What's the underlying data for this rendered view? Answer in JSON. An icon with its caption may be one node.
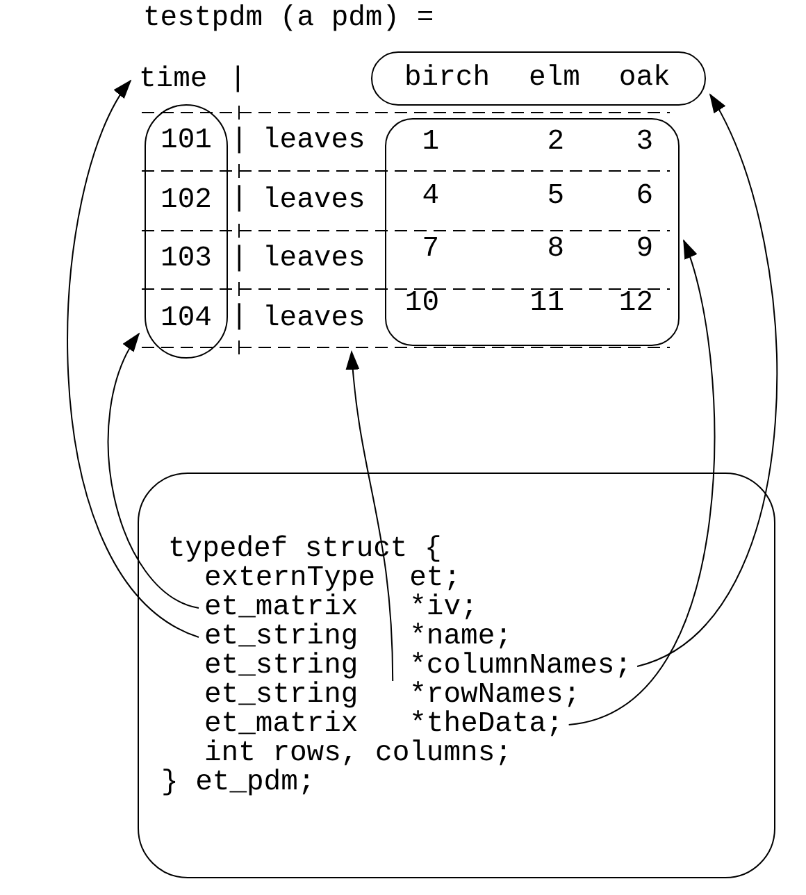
{
  "diagram": {
    "title": "testpdm (a pdm) =",
    "nodes": [
      {
        "text": [
          "time"
        ]
      },
      {
        "text": [
          "birch",
          "elm",
          "oak"
        ]
      },
      {
        "text": [
          "101",
          "102",
          "103",
          "104"
        ]
      },
      {
        "text": [
          "leaves",
          "leaves",
          "leaves",
          "leaves"
        ]
      },
      {
        "text": [
          "1",
          "2",
          "3",
          "4",
          "5",
          "6",
          "7",
          "8",
          "9",
          "10",
          "11",
          "12"
        ]
      },
      {
        "text": [],
        "shape": "box"
      },
      {
        "text": [
          "typedef struct {"
        ],
        "in": 5
      },
      {
        "text": [
          "externType",
          "et;"
        ],
        "in": 5
      },
      {
        "text": [
          "et_matrix",
          "*iv;"
        ],
        "in": 5
      },
      {
        "text": [
          "et_string",
          "*name;"
        ],
        "in": 5
      },
      {
        "text": [
          "et_string",
          "*columnNames;"
        ],
        "in": 5
      },
      {
        "text": [
          "et_string",
          "*rowNames;"
        ],
        "in": 5
      },
      {
        "text": [
          "et_matrix",
          "*theData;"
        ],
        "in": 5
      },
      {
        "text": [
          "int rows, columns;"
        ],
        "in": 5
      },
      {
        "text": [
          "} et_pdm;"
        ],
        "in": 5
      }
    ],
    "edges": [
      {
        "from": 8,
        "to": 2,
        "arrow": "to"
      },
      {
        "from": 9,
        "to": 0,
        "arrow": "to"
      },
      {
        "from": 10,
        "to": 1,
        "arrow": "to"
      },
      {
        "from": 11,
        "to": 3,
        "arrow": "to"
      },
      {
        "from": 12,
        "to": 4,
        "arrow": "to"
      }
    ],
    "labels": [
      "|",
      "|",
      "|",
      "|",
      "|"
    ]
  }
}
